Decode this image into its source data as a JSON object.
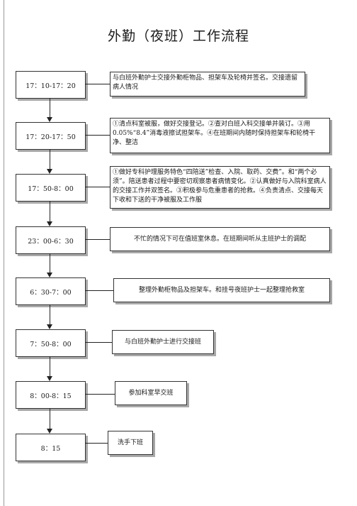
{
  "title": "外勤（夜班）工作流程",
  "steps": [
    {
      "time": "17：10-17：20",
      "desc": "与白班外勤护士交接外勤柜物品、担架车及轮椅并签名。交接遗留病人情况"
    },
    {
      "time": "17：20-17：50",
      "desc": "①清点科室被服，做好交接登记。②查对白班入科交接单并装订。③用0.05%“8.4”消毒液擦试担架车。④在班期间内随时保持担架车和轮椅干净、整洁"
    },
    {
      "time": "17：50-8：00",
      "desc": "①做好专科护理服务特色“四陪送”检查、入院、取药、交费”。和“两个必须”。陪送患者过程中要密切观察患者病情变化。②认真做好与入院科室病人的交接工作并双签名。③积极参与危重患者的抢救。④负责清点、交接每天下收和下送的干净被服及工作服"
    },
    {
      "time": "23：00-6：30",
      "desc": "不忙的情况下可在值班室休息。在班期间听从主班护士的调配"
    },
    {
      "time": "6：30-7：00",
      "desc": "整理外勤柜物品及担架车。和挂号夜班护士一起整理抢救室"
    },
    {
      "time": "7：50-8：00",
      "desc": "与白班外勤护士进行交接班"
    },
    {
      "time": "8：00-8：15",
      "desc": "参加科室早交班"
    },
    {
      "time": "8：15",
      "desc": "洗手下班"
    }
  ]
}
